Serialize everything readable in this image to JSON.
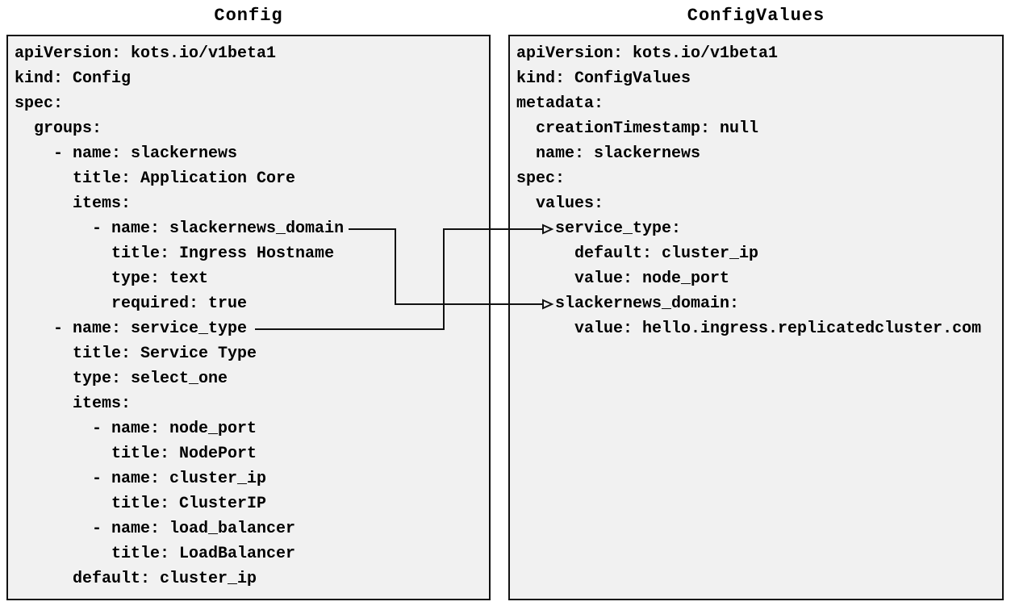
{
  "diagram": {
    "left_panel": {
      "title": "Config",
      "lines": [
        "apiVersion: kots.io/v1beta1",
        "kind: Config",
        "spec:",
        "  groups:",
        "    - name: slackernews",
        "      title: Application Core",
        "      items:",
        "        - name: slackernews_domain",
        "          title: Ingress Hostname",
        "          type: text",
        "          required: true",
        "    - name: service_type",
        "      title: Service Type",
        "      type: select_one",
        "      items:",
        "        - name: node_port",
        "          title: NodePort",
        "        - name: cluster_ip",
        "          title: ClusterIP",
        "        - name: load_balancer",
        "          title: LoadBalancer",
        "      default: cluster_ip"
      ]
    },
    "right_panel": {
      "title": "ConfigValues",
      "lines": [
        "apiVersion: kots.io/v1beta1",
        "kind: ConfigValues",
        "metadata:",
        "  creationTimestamp: null",
        "  name: slackernews",
        "spec:",
        "  values:",
        "    service_type:",
        "      default: cluster_ip",
        "      value: node_port",
        "    slackernews_domain:",
        "      value: hello.ingress.replicatedcluster.com"
      ]
    },
    "connectors": [
      {
        "from": "Config item slackernews_domain",
        "to": "ConfigValues slackernews_domain"
      },
      {
        "from": "Config item service_type",
        "to": "ConfigValues service_type"
      }
    ],
    "colors": {
      "page_bg": "#ffffff",
      "panel_bg": "#f1f1f1",
      "border": "#111111",
      "text": "#000000"
    }
  }
}
